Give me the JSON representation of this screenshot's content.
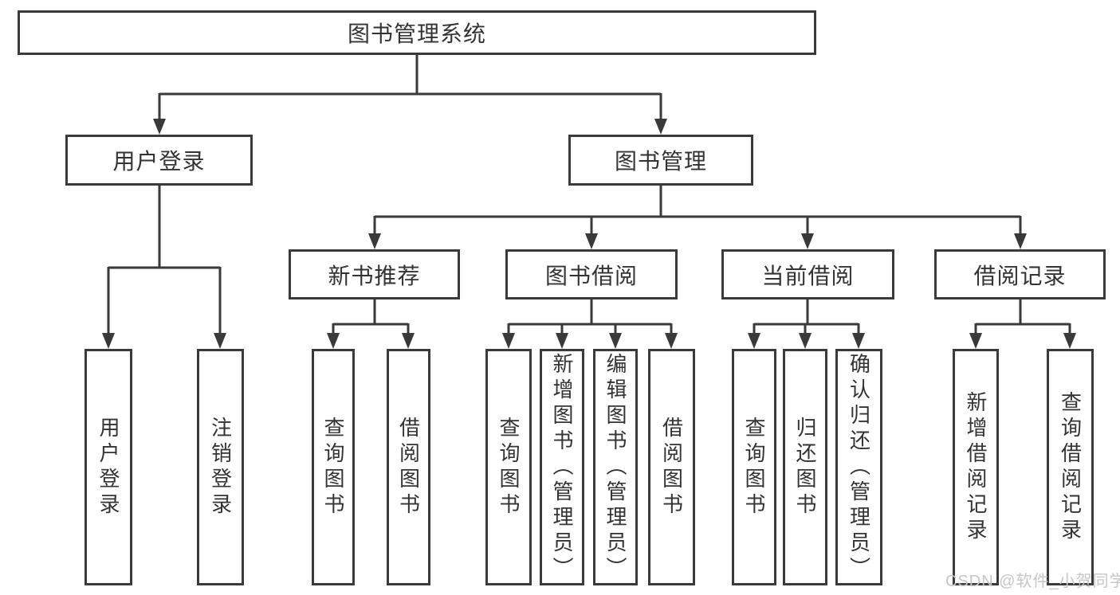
{
  "tree": {
    "label": "图书管理系统",
    "children": [
      {
        "label": "用户登录",
        "children": [
          "用户登录",
          "注销登录"
        ]
      },
      {
        "label": "图书管理",
        "children": [
          {
            "label": "新书推荐",
            "children": [
              "查询图书",
              "借阅图书"
            ]
          },
          {
            "label": "图书借阅",
            "children": [
              "查询图书",
              "新增图书（管理员）",
              "编辑图书（管理员）",
              "借阅图书"
            ]
          },
          {
            "label": "当前借阅",
            "children": [
              "查询图书",
              "归还图书",
              "确认归还（管理员）"
            ]
          },
          {
            "label": "借阅记录",
            "children": [
              "新增借阅记录",
              "查询借阅记录"
            ]
          }
        ]
      }
    ]
  },
  "watermark": "CSDN @软件_小贺同学",
  "colors": {
    "line": "#3a3a3a",
    "text": "#333333",
    "background": "#ffffff",
    "watermark_text": "#c6c6c6"
  }
}
